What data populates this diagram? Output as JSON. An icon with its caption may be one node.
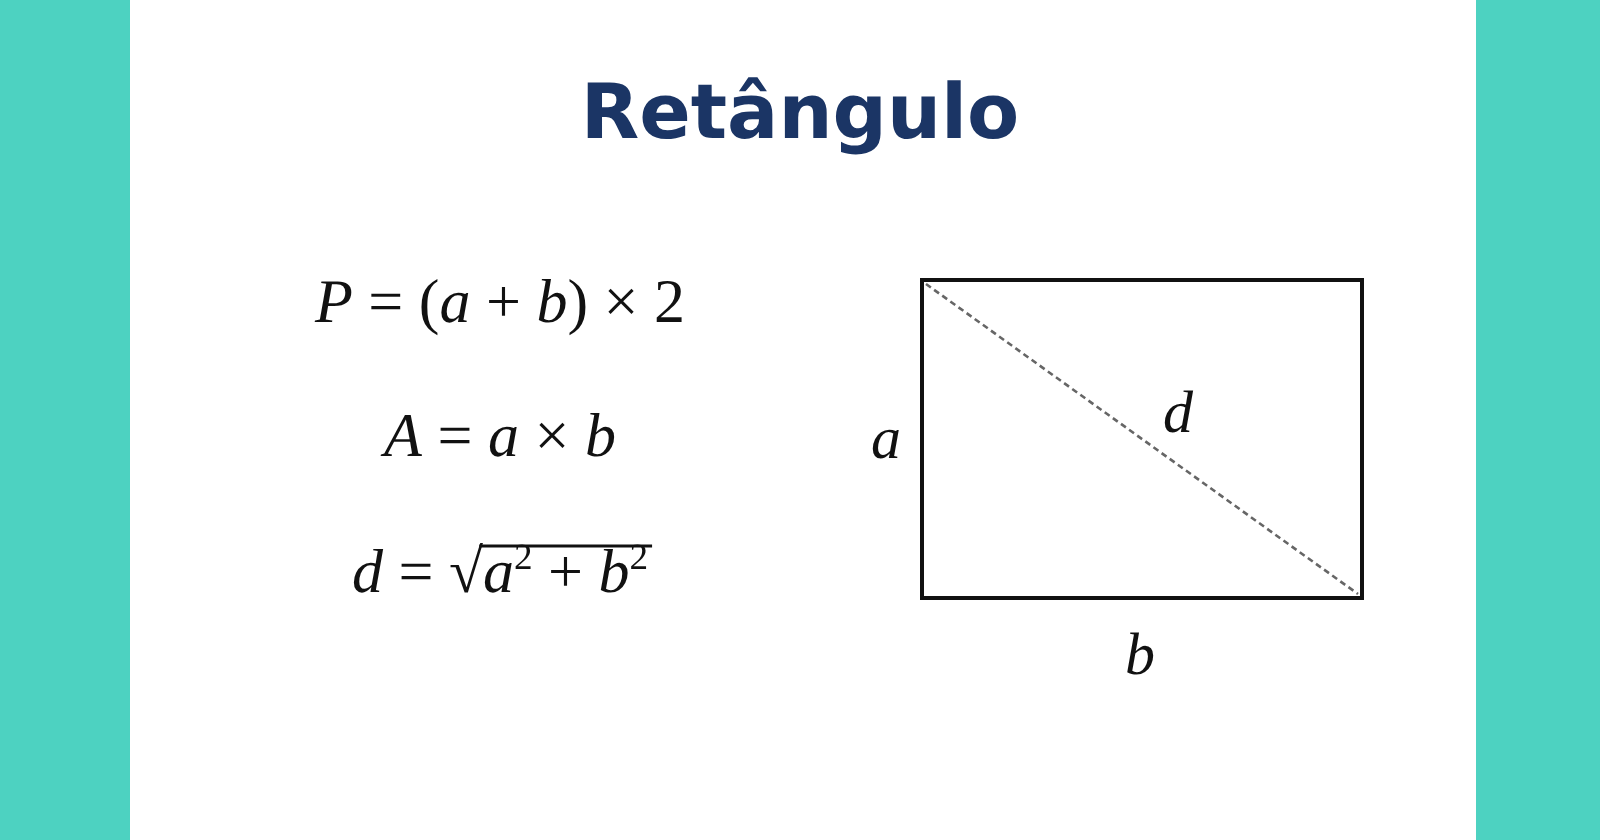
{
  "diagram": {
    "title": "Retângulo",
    "labels": [
      "*P* = (*a* + *b*) × 2",
      "*A* = *a* × *b*",
      "*d* = √*a*$^{2}$ + *b*$^{2}$",
      "*a*",
      "*d*",
      "*b*"
    ]
  }
}
